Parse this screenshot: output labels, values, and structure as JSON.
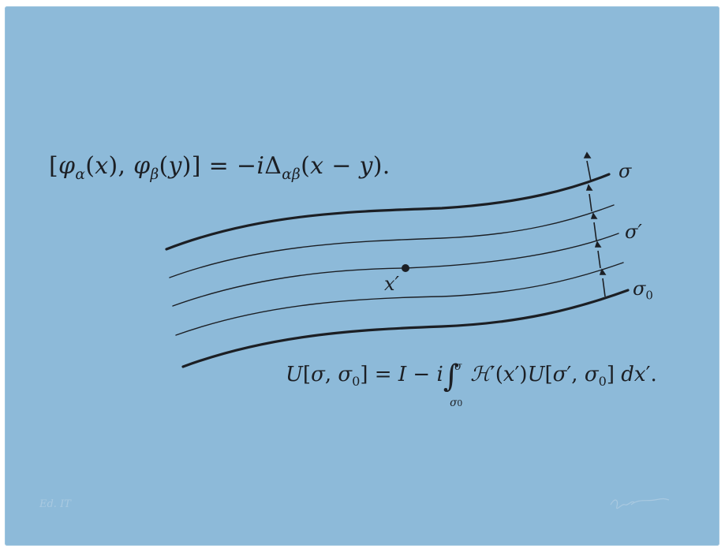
{
  "artwork": {
    "background_color": "#8dbad9",
    "ink_color": "#1c1f24"
  },
  "equation_top": {
    "lhs": "[φα(x), φβ(y)]",
    "rhs": "= −iΔαβ(x − y)."
  },
  "equation_bottom": {
    "text": "U[σ, σ0] = I − i ∫σ0σ ℋ′(x′)U[σ′, σ0] dx′."
  },
  "diagram": {
    "label_sigma": "σ",
    "label_sigma_prime": "σ′",
    "label_sigma_zero": "σ0",
    "point_label": "x′"
  },
  "pencil": {
    "edition": "Ed. IT",
    "signature": "signature"
  }
}
